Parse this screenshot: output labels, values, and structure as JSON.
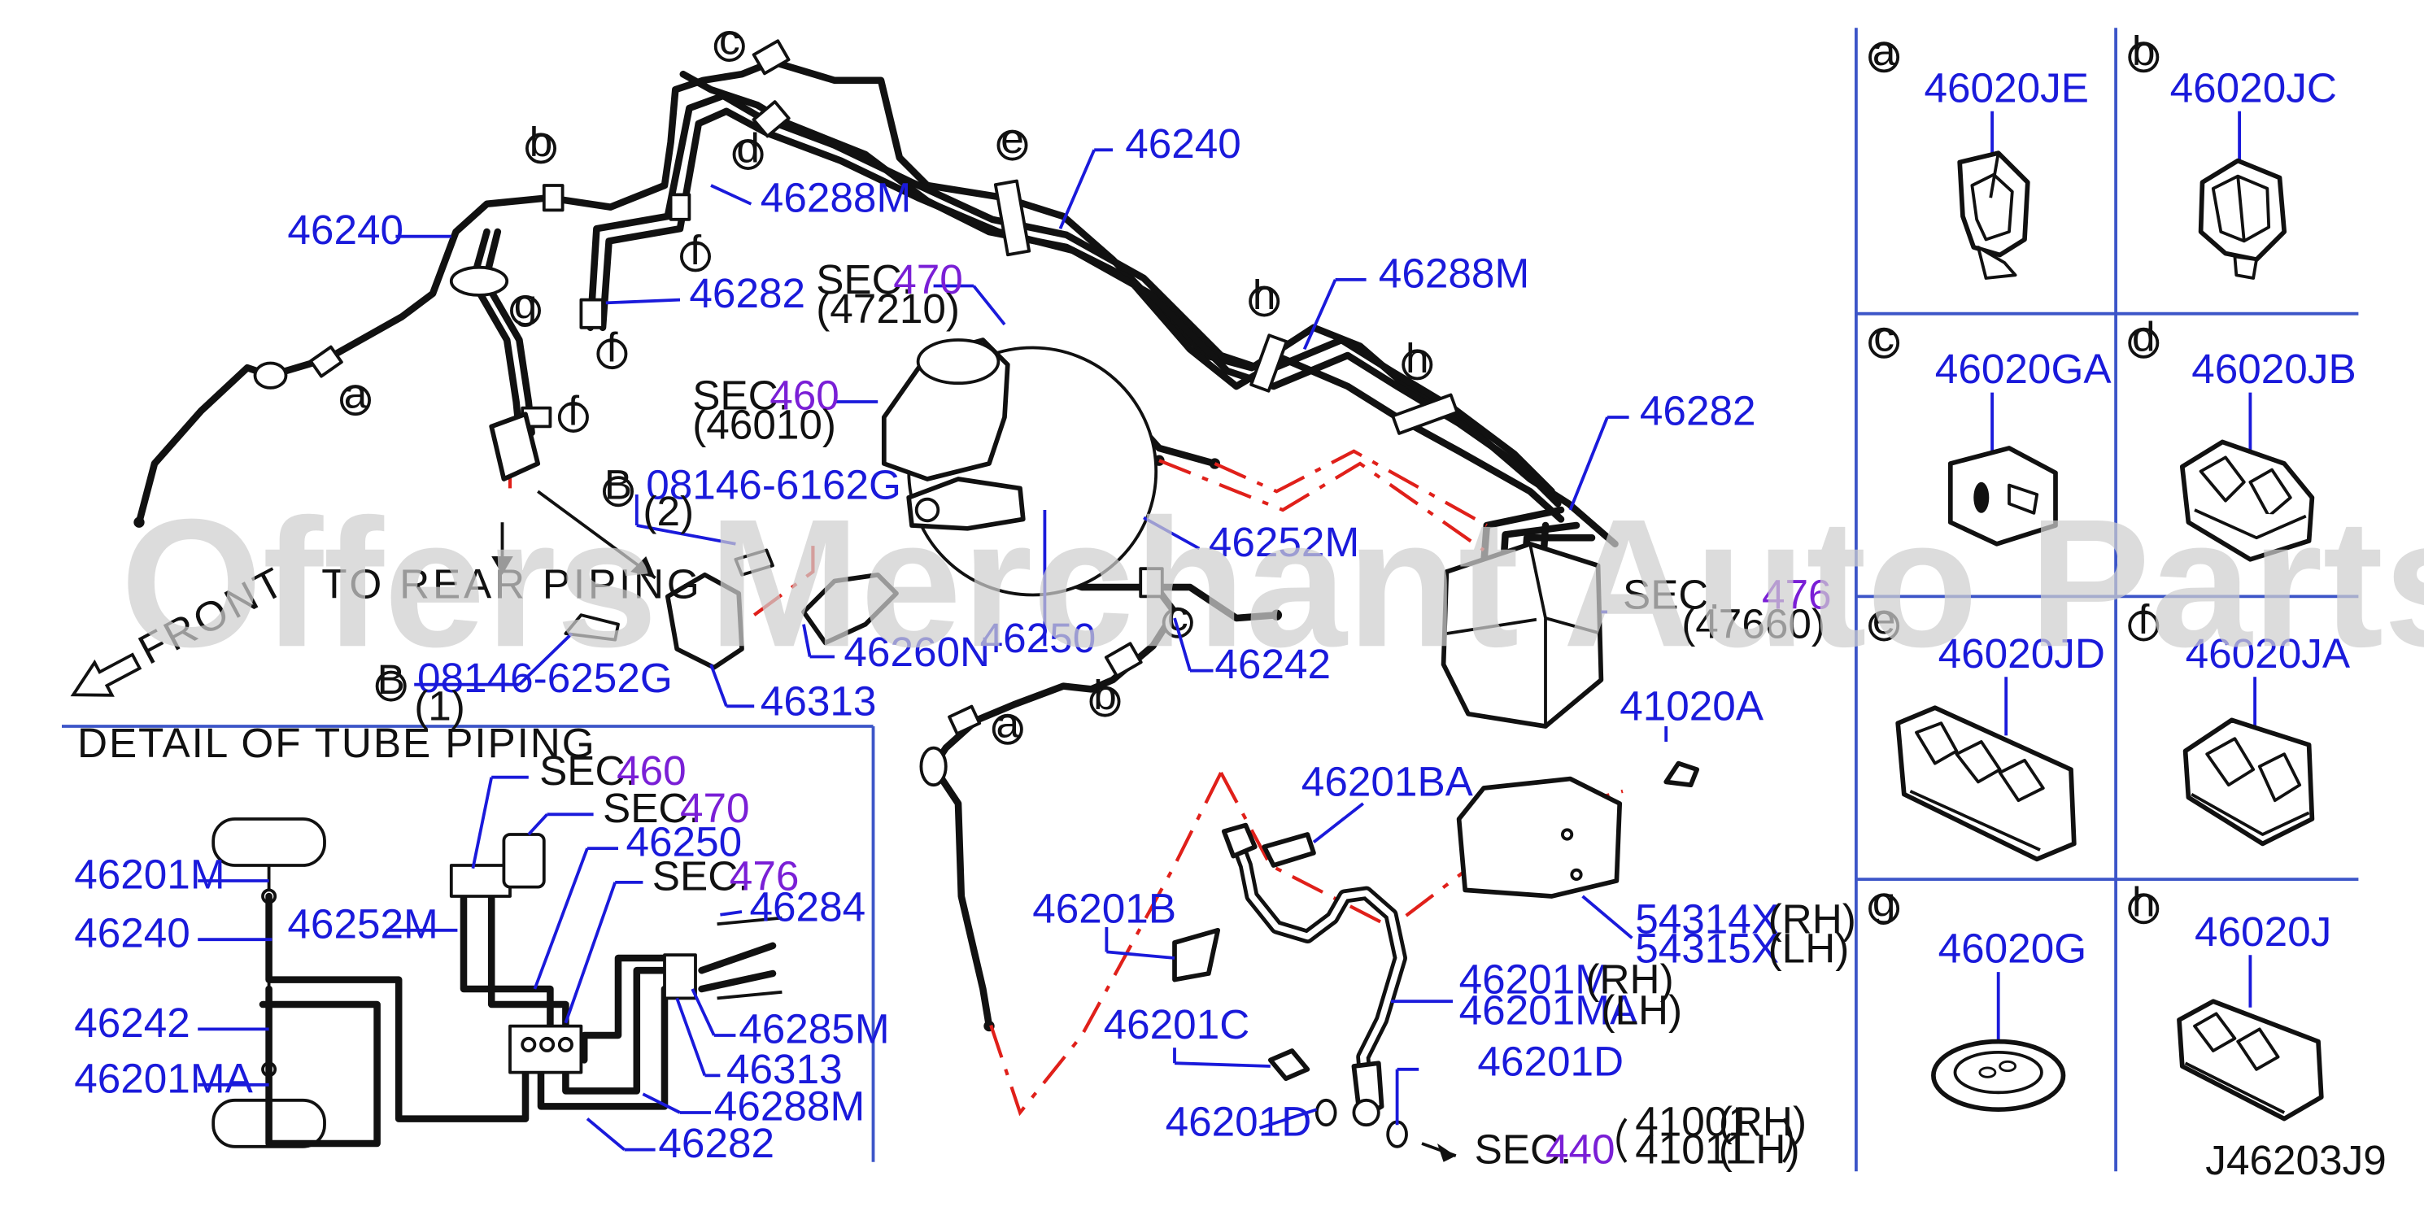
{
  "diagram": {
    "callouts": {
      "p46240_left": "46240",
      "p46240_top": "46240",
      "p46288m_a": "46288M",
      "p46288m_b": "46288M",
      "p46282_a": "46282",
      "p46282_b": "46282",
      "p46252m": "46252M",
      "p46250": "46250",
      "p46242": "46242",
      "p46260n": "46260N",
      "p46313": "46313",
      "bolt_a": "08146-6162G",
      "bolt_a_qty": "(2)",
      "bolt_b": "08146-6252G",
      "bolt_b_qty": "(1)",
      "bolt_prefix": "B",
      "p41020a": "41020A",
      "p46201ba": "46201BA",
      "p46201b": "46201B",
      "p46201m": "46201M",
      "p46201ma": "46201MA",
      "p46201c": "46201C",
      "p46201d_a": "46201D",
      "p46201d_b": "46201D",
      "p54314x": "54314X",
      "p54315x": "54315X",
      "rh": "(RH)",
      "lh": "(LH)",
      "p41001": "41001",
      "p41011": "41011"
    },
    "sections": {
      "sec_label": "SEC.",
      "s470": "470",
      "s470_sub": "(47210)",
      "s460": "460",
      "s460_sub": "(46010)",
      "s476": "476",
      "s476_sub": "(47660)",
      "s440": "440"
    },
    "notes": {
      "to_rear": "TO REAR PIPING",
      "front": "FRONT",
      "detail_title": "DETAIL OF TUBE PIPING"
    },
    "clip_letters": [
      "a",
      "b",
      "c",
      "d",
      "e",
      "f",
      "g",
      "h"
    ],
    "detail": {
      "p46201m": "46201M",
      "p46240": "46240",
      "p46242": "46242",
      "p46201ma": "46201MA",
      "p46252m": "46252M",
      "p46250": "46250",
      "p46284": "46284",
      "p46285m": "46285M",
      "p46313": "46313",
      "p46288m": "46288M",
      "p46282": "46282"
    },
    "clips": [
      {
        "letter": "a",
        "part": "46020JE"
      },
      {
        "letter": "b",
        "part": "46020JC"
      },
      {
        "letter": "c",
        "part": "46020GA"
      },
      {
        "letter": "d",
        "part": "46020JB"
      },
      {
        "letter": "e",
        "part": "46020JD"
      },
      {
        "letter": "f",
        "part": "46020JA"
      },
      {
        "letter": "g",
        "part": "46020G"
      },
      {
        "letter": "h",
        "part": "46020J"
      }
    ],
    "diagram_code": "J46203J9",
    "watermark": "Offers Merchant Auto Parts Catalog PARTSTORE.SA"
  }
}
